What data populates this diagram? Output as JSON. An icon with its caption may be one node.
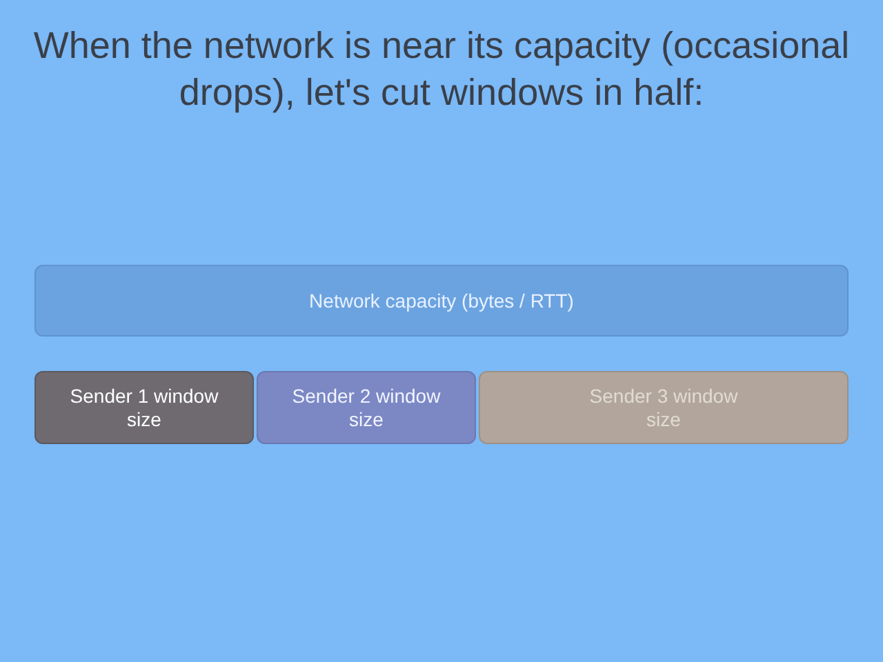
{
  "diagram": {
    "title": "When the network is near its capacity (occasional drops), let's cut windows in half:",
    "nodes": [
      {
        "text": [
          "Network capacity (bytes / RTT)"
        ]
      },
      {
        "text": [
          "Sender 1 window size"
        ]
      },
      {
        "text": [
          "Sender 2 window size"
        ]
      },
      {
        "text": [
          "Sender 3 window size"
        ]
      }
    ]
  }
}
